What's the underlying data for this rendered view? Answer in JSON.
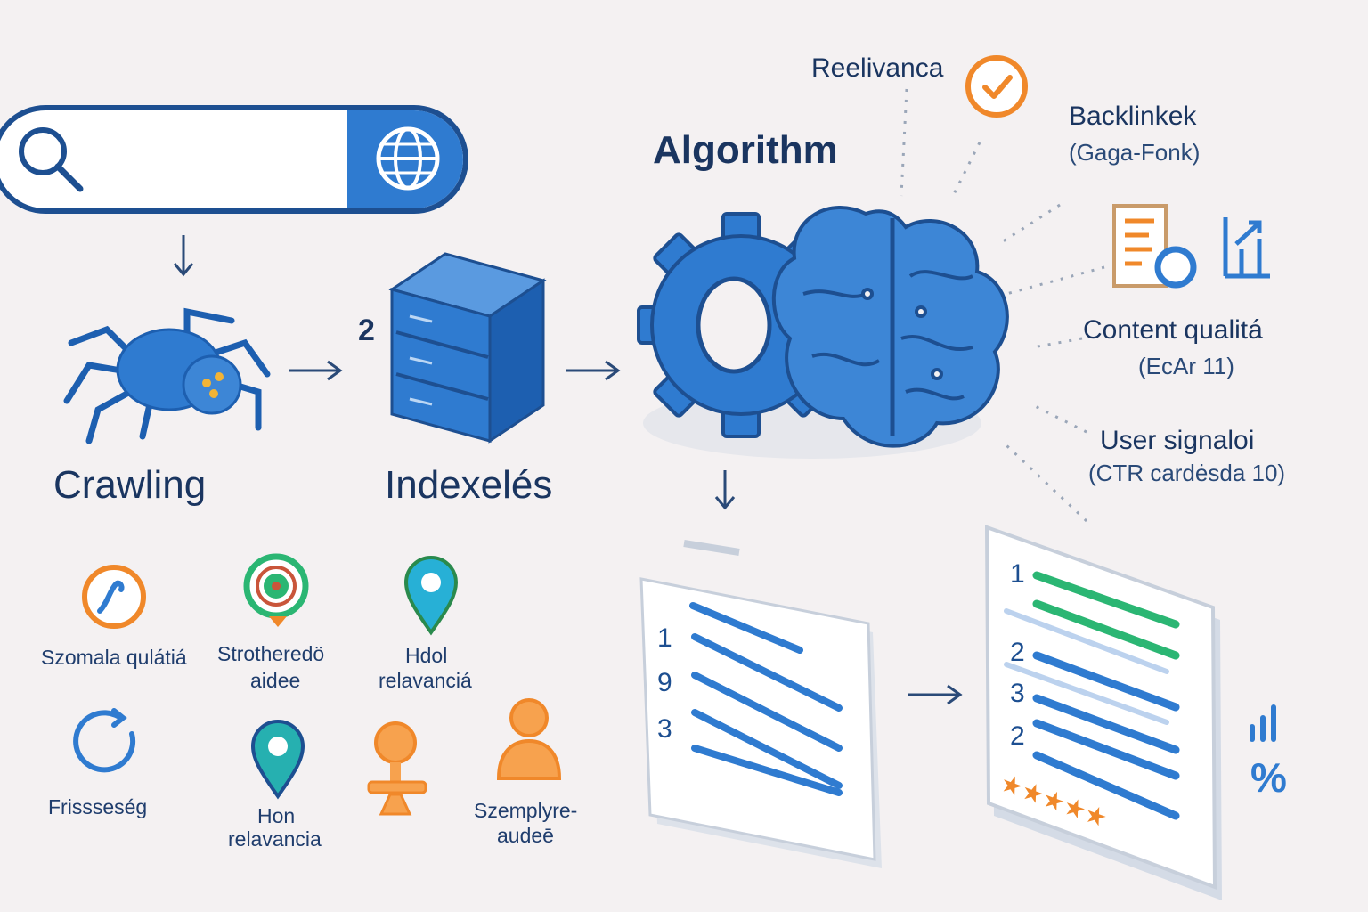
{
  "stages": {
    "crawling": "Crawling",
    "indexing": "Indexelés",
    "index_step_number": "2",
    "algorithm": "Algorithm"
  },
  "factors": {
    "relevance": "Reelivanca",
    "backlinks": "Backlinkek",
    "backlinks_sub": "(Gaga-Fonk)",
    "content": "Content qualitá",
    "content_sub": "(EcAr 11)",
    "user": "User signaloi",
    "user_sub": "(CTR cardėsda 10)"
  },
  "bottom_icons": {
    "speed": "Szomala qulátiá",
    "stroth_line1": "Strotheredö",
    "stroth_line2": "aidee",
    "local1_line1": "Hdol",
    "local1_line2": "relavanciá",
    "fresh": "Frissseség",
    "local2_line1": "Hon",
    "local2_line2": "relavancia",
    "person_line1": "Szemplyre-",
    "person_line2": "audeē"
  },
  "results_before": {
    "numbers": [
      "1",
      "9",
      "3"
    ]
  },
  "results_after": {
    "numbers": [
      "1",
      "2",
      "3",
      "2"
    ],
    "stars": "★★★★★",
    "percent": "%"
  },
  "colors": {
    "primary_blue": "#2f7bd0",
    "dark_blue": "#1d4f91",
    "orange": "#f0882a",
    "green": "#2bb673",
    "text_navy": "#1a3560"
  }
}
